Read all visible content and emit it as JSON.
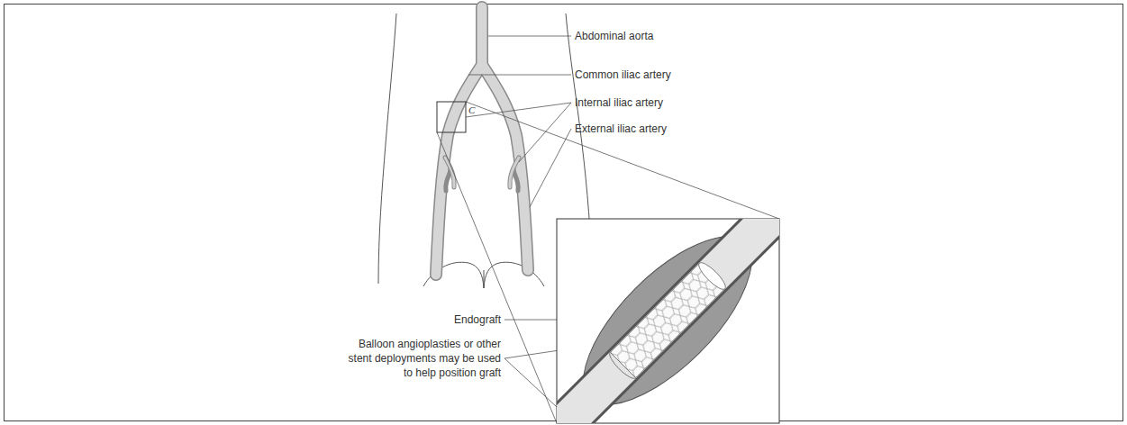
{
  "diagram": {
    "labels": [
      "Abdominal aorta",
      "C",
      "Common iliac artery",
      "Internal iliac artery",
      "External iliac artery",
      "Endograft",
      "Balloon angioplasties or other stent deployments may be used to help position graft"
    ]
  }
}
